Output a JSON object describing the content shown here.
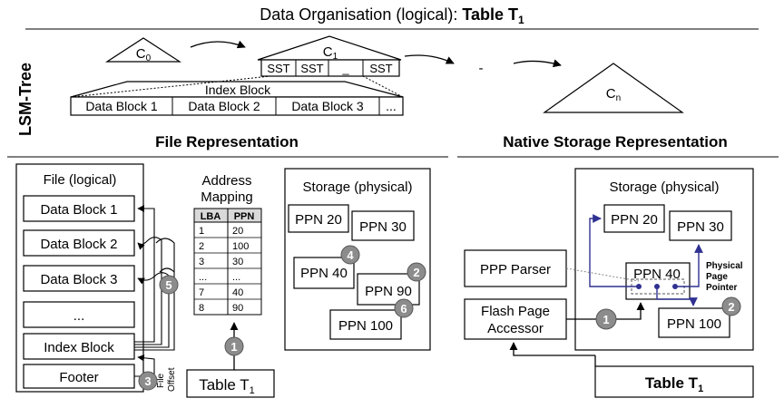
{
  "top_title": {
    "prefix": "Data Organisation (logical): ",
    "bold": "Table T",
    "sub": "1"
  },
  "side_label": "LSM-Tree",
  "lsm": {
    "c0": {
      "main": "C",
      "sub": "0"
    },
    "c1": {
      "main": "C",
      "sub": "1"
    },
    "cn": {
      "main": "C",
      "sub": "n"
    },
    "ellipsis": "-",
    "sst_cells": [
      "SST",
      "SST",
      "_",
      "SST"
    ],
    "index_block_label": "Index Block",
    "data_blocks": [
      "Data Block 1",
      "Data Block 2",
      "Data Block 3",
      "..."
    ]
  },
  "sections": {
    "left": "File Representation",
    "right": "Native Storage Representation"
  },
  "file_panel": {
    "title": "File (logical)",
    "rows": [
      "Data Block 1",
      "Data Block 2",
      "Data Block 3",
      "...",
      "Index Block",
      "Footer"
    ],
    "file_offset_label": [
      "File",
      "Offset"
    ]
  },
  "address_mapping": {
    "title": [
      "Address",
      "Mapping"
    ],
    "headers": [
      "LBA",
      "PPN"
    ],
    "rows": [
      [
        "1",
        "20"
      ],
      [
        "2",
        "100"
      ],
      [
        "3",
        "30"
      ],
      [
        "...",
        "..."
      ],
      [
        "7",
        "40"
      ],
      [
        "8",
        "90"
      ]
    ]
  },
  "table_box_left": {
    "main": "Table T",
    "sub": "1"
  },
  "storage_left": {
    "title": "Storage (physical)",
    "ppns": [
      "PPN 20",
      "PPN 30",
      "PPN 40",
      "PPN 90",
      "PPN 100"
    ]
  },
  "markers_left": [
    "1",
    "3",
    "4",
    "2",
    "5",
    "6"
  ],
  "native": {
    "storage_title": "Storage (physical)",
    "ppns": [
      "PPN 20",
      "PPN 30",
      "PPN 40",
      "PPN 100"
    ],
    "ppp_parser": "PPP Parser",
    "flash_accessor": [
      "Flash Page",
      "Accessor"
    ],
    "pointer_label": [
      "Physical",
      "Page",
      "Pointer"
    ],
    "markers": [
      "1",
      "2"
    ],
    "table_box": {
      "main": "Table T",
      "sub": "1"
    }
  },
  "colors": {
    "pointer_blue": "#2f3192",
    "marker_gray": "#8c8c8c"
  }
}
